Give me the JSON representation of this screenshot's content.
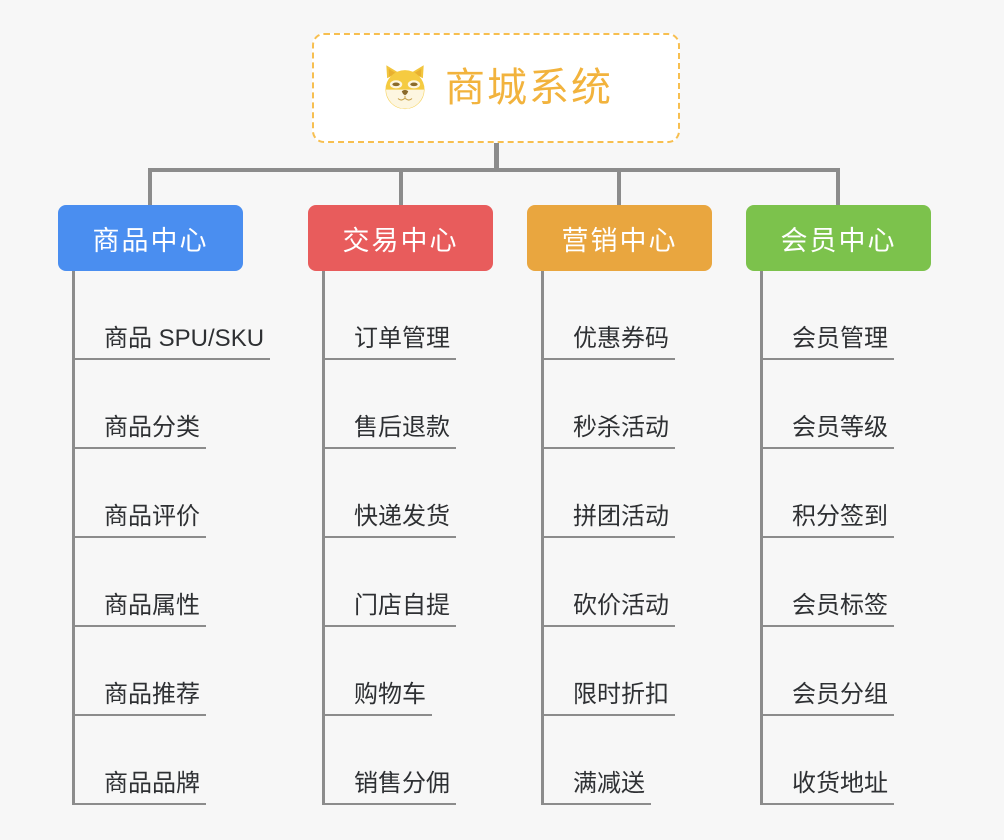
{
  "page": {
    "background_color": "#f7f7f7",
    "text_color": "#2e3033",
    "line_color": "#8c8c8c"
  },
  "root": {
    "title": "商城系统",
    "icon": "shiba-dog-face-icon",
    "border_color": "#f7bf50",
    "title_color": "#f2b33d",
    "background_color": "#ffffff"
  },
  "branches": [
    {
      "label": "商品中心",
      "color": "#4a8ef0",
      "items": [
        "商品 SPU/SKU",
        "商品分类",
        "商品评价",
        "商品属性",
        "商品推荐",
        "商品品牌"
      ]
    },
    {
      "label": "交易中心",
      "color": "#e85c5c",
      "items": [
        "订单管理",
        "售后退款",
        "快递发货",
        "门店自提",
        "购物车",
        "销售分佣"
      ]
    },
    {
      "label": "营销中心",
      "color": "#e9a63f",
      "items": [
        "优惠券码",
        "秒杀活动",
        "拼团活动",
        "砍价活动",
        "限时折扣",
        "满减送"
      ]
    },
    {
      "label": "会员中心",
      "color": "#7cc24c",
      "items": [
        "会员管理",
        "会员等级",
        "积分签到",
        "会员标签",
        "会员分组",
        "收货地址"
      ]
    }
  ]
}
